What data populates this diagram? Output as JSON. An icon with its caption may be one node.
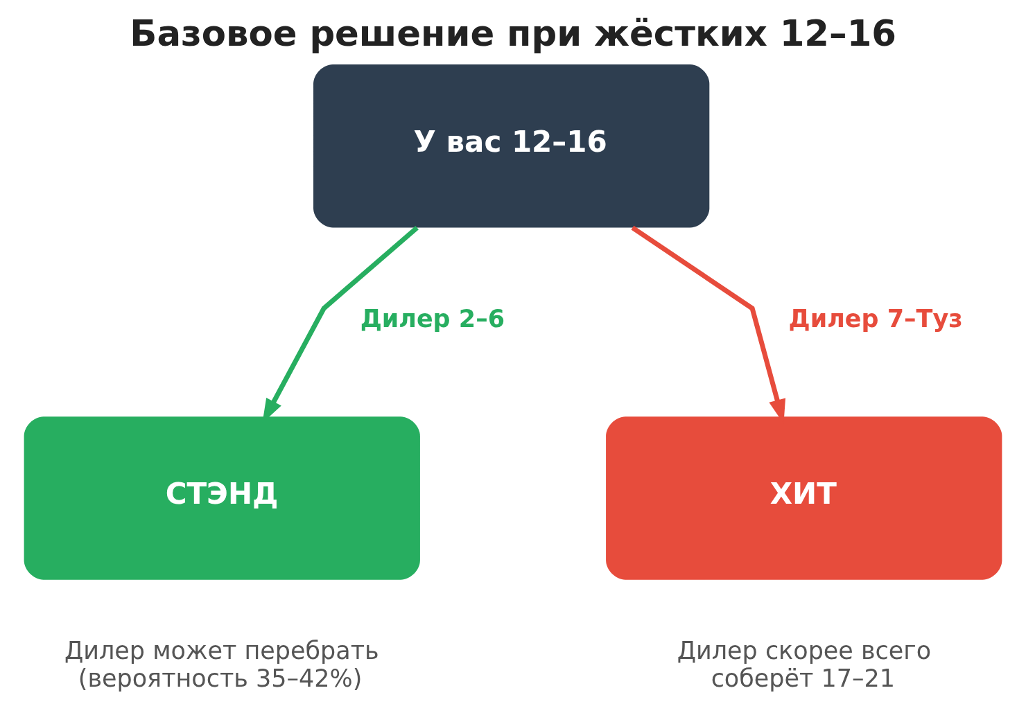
{
  "diagram": {
    "title": "Базовое решение при жёстких 12–16",
    "nodes": [
      {
        "text": [
          "У вас 12–16"
        ]
      },
      {
        "text": [
          "СТЭНД"
        ],
        "beside": [
          "Дилер может перебрать (вероятность 35–42%)"
        ]
      },
      {
        "text": [
          "ХИТ"
        ],
        "beside": [
          "Дилер скорее всего соберёт 17–21"
        ]
      }
    ],
    "edges": [
      {
        "from": 0,
        "to": 1,
        "arrow": "to",
        "label": "Дилер 2–6",
        "color": "#27ae60"
      },
      {
        "from": 0,
        "to": 2,
        "arrow": "to",
        "label": "Дилер 7–Туз",
        "color": "#e74c3c"
      }
    ]
  }
}
